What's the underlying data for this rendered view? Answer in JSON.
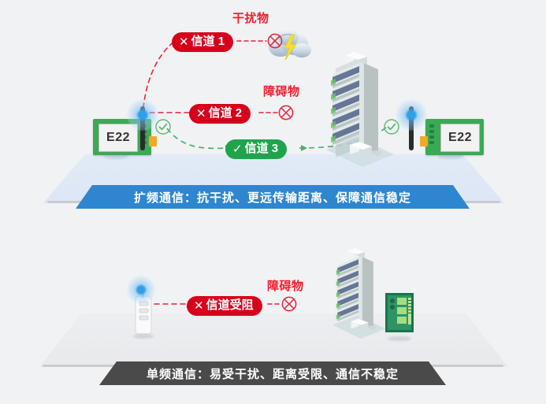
{
  "diagram": {
    "title_top": "扩频通信：抗干扰、更远传输距离、保障通信稳定",
    "title_bottom": "单频通信：易受干扰、距离受限、通信不稳定",
    "colors": {
      "red": "#d6001c",
      "red_text": "#f21f2e",
      "green": "#20a44b",
      "blue_banner": "#2e86d0",
      "dark_banner": "#4a4a4a",
      "board_green": "#3aaa55",
      "background": "#f1f2f4",
      "platform_top": "#e2eaf7",
      "platform_bottom": "#eceef1"
    }
  },
  "top_scene": {
    "module_left_label": "E22",
    "module_right_label": "E22",
    "interference_label": "干扰物",
    "obstacle_label": "障碍物",
    "channels": [
      {
        "id": "channel-1",
        "mark": "✕",
        "text": "信道 1",
        "status": "blocked",
        "color": "#d6001c"
      },
      {
        "id": "channel-2",
        "mark": "✕",
        "text": "信道 2",
        "status": "blocked",
        "color": "#d6001c"
      },
      {
        "id": "channel-3",
        "mark": "✓",
        "text": "信道 3",
        "status": "ok",
        "color": "#20a44b"
      }
    ],
    "icons": {
      "cloud": "storm-cloud-icon",
      "building": "office-building-icon",
      "blocked_marker": "crossed-circle-icon",
      "ok_marker": "check-circle-icon"
    }
  },
  "bottom_scene": {
    "obstacle_label": "障碍物",
    "channel": {
      "id": "channel-blocked",
      "mark": "✕",
      "text": "信道受阻",
      "status": "blocked",
      "color": "#d6001c"
    },
    "icons": {
      "transmitter": "remote-transmitter-icon",
      "building": "office-building-icon",
      "receiver": "green-terminal-panel-icon",
      "blocked_marker": "crossed-circle-icon"
    }
  }
}
